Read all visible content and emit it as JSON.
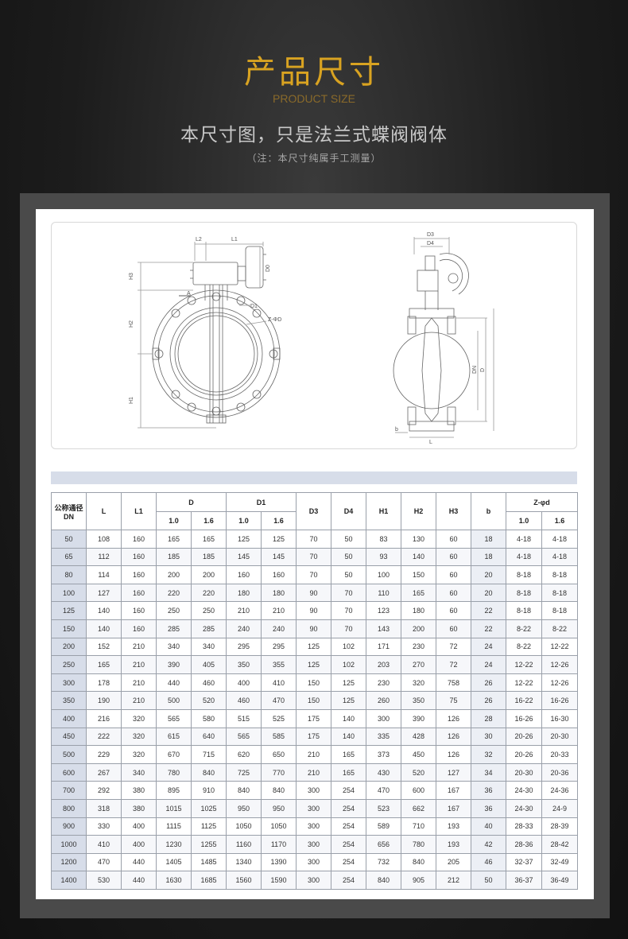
{
  "header": {
    "title": "产品尺寸",
    "subtitle": "PRODUCT SIZE",
    "description": "本尺寸图，只是法兰式蝶阀阀体",
    "note": "（注：本尺寸纯属手工测量）"
  },
  "drawing": {
    "front_labels": {
      "L2": "L2",
      "L1": "L1",
      "H3": "H3",
      "D0": "D0",
      "A": "A",
      "D1": "D1",
      "ZphiD": "Z-ΦD",
      "H2": "H2",
      "H1": "H1"
    },
    "side_labels": {
      "D3": "D3",
      "D4": "D4",
      "DN": "DN",
      "D": "D",
      "b": "b",
      "L": "L"
    }
  },
  "table": {
    "headers": {
      "dn": "公称通径 DN",
      "l": "L",
      "l1": "L1",
      "d": "D",
      "d1": "D1",
      "d3": "D3",
      "d4": "D4",
      "h1": "H1",
      "h2": "H2",
      "h3": "H3",
      "b": "b",
      "z": "Z-φd",
      "p10": "1.0",
      "p16": "1.6"
    },
    "rows": [
      [
        "50",
        "108",
        "160",
        "165",
        "165",
        "125",
        "125",
        "70",
        "50",
        "83",
        "130",
        "60",
        "18",
        "4-18",
        "4-18"
      ],
      [
        "65",
        "112",
        "160",
        "185",
        "185",
        "145",
        "145",
        "70",
        "50",
        "93",
        "140",
        "60",
        "18",
        "4-18",
        "4-18"
      ],
      [
        "80",
        "114",
        "160",
        "200",
        "200",
        "160",
        "160",
        "70",
        "50",
        "100",
        "150",
        "60",
        "20",
        "8-18",
        "8-18"
      ],
      [
        "100",
        "127",
        "160",
        "220",
        "220",
        "180",
        "180",
        "90",
        "70",
        "110",
        "165",
        "60",
        "20",
        "8-18",
        "8-18"
      ],
      [
        "125",
        "140",
        "160",
        "250",
        "250",
        "210",
        "210",
        "90",
        "70",
        "123",
        "180",
        "60",
        "22",
        "8-18",
        "8-18"
      ],
      [
        "150",
        "140",
        "160",
        "285",
        "285",
        "240",
        "240",
        "90",
        "70",
        "143",
        "200",
        "60",
        "22",
        "8-22",
        "8-22"
      ],
      [
        "200",
        "152",
        "210",
        "340",
        "340",
        "295",
        "295",
        "125",
        "102",
        "171",
        "230",
        "72",
        "24",
        "8-22",
        "12-22"
      ],
      [
        "250",
        "165",
        "210",
        "390",
        "405",
        "350",
        "355",
        "125",
        "102",
        "203",
        "270",
        "72",
        "24",
        "12-22",
        "12-26"
      ],
      [
        "300",
        "178",
        "210",
        "440",
        "460",
        "400",
        "410",
        "150",
        "125",
        "230",
        "320",
        "758",
        "26",
        "12-22",
        "12-26"
      ],
      [
        "350",
        "190",
        "210",
        "500",
        "520",
        "460",
        "470",
        "150",
        "125",
        "260",
        "350",
        "75",
        "26",
        "16-22",
        "16-26"
      ],
      [
        "400",
        "216",
        "320",
        "565",
        "580",
        "515",
        "525",
        "175",
        "140",
        "300",
        "390",
        "126",
        "28",
        "16-26",
        "16-30"
      ],
      [
        "450",
        "222",
        "320",
        "615",
        "640",
        "565",
        "585",
        "175",
        "140",
        "335",
        "428",
        "126",
        "30",
        "20-26",
        "20-30"
      ],
      [
        "500",
        "229",
        "320",
        "670",
        "715",
        "620",
        "650",
        "210",
        "165",
        "373",
        "450",
        "126",
        "32",
        "20-26",
        "20-33"
      ],
      [
        "600",
        "267",
        "340",
        "780",
        "840",
        "725",
        "770",
        "210",
        "165",
        "430",
        "520",
        "127",
        "34",
        "20-30",
        "20-36"
      ],
      [
        "700",
        "292",
        "380",
        "895",
        "910",
        "840",
        "840",
        "300",
        "254",
        "470",
        "600",
        "167",
        "36",
        "24-30",
        "24-36"
      ],
      [
        "800",
        "318",
        "380",
        "1015",
        "1025",
        "950",
        "950",
        "300",
        "254",
        "523",
        "662",
        "167",
        "36",
        "24-30",
        "24-9"
      ],
      [
        "900",
        "330",
        "400",
        "1115",
        "1125",
        "1050",
        "1050",
        "300",
        "254",
        "589",
        "710",
        "193",
        "40",
        "28-33",
        "28-39"
      ],
      [
        "1000",
        "410",
        "400",
        "1230",
        "1255",
        "1160",
        "1170",
        "300",
        "254",
        "656",
        "780",
        "193",
        "42",
        "28-36",
        "28-42"
      ],
      [
        "1200",
        "470",
        "440",
        "1405",
        "1485",
        "1340",
        "1390",
        "300",
        "254",
        "732",
        "840",
        "205",
        "46",
        "32-37",
        "32-49"
      ],
      [
        "1400",
        "530",
        "440",
        "1630",
        "1685",
        "1560",
        "1590",
        "300",
        "254",
        "840",
        "905",
        "212",
        "50",
        "36-37",
        "36-49"
      ]
    ]
  },
  "colors": {
    "title": "#d9a321",
    "subtitle": "#8a6a2a",
    "dn_column": "#d7dde9",
    "border": "#9aa0aa",
    "panel": "#4a4a4a"
  }
}
